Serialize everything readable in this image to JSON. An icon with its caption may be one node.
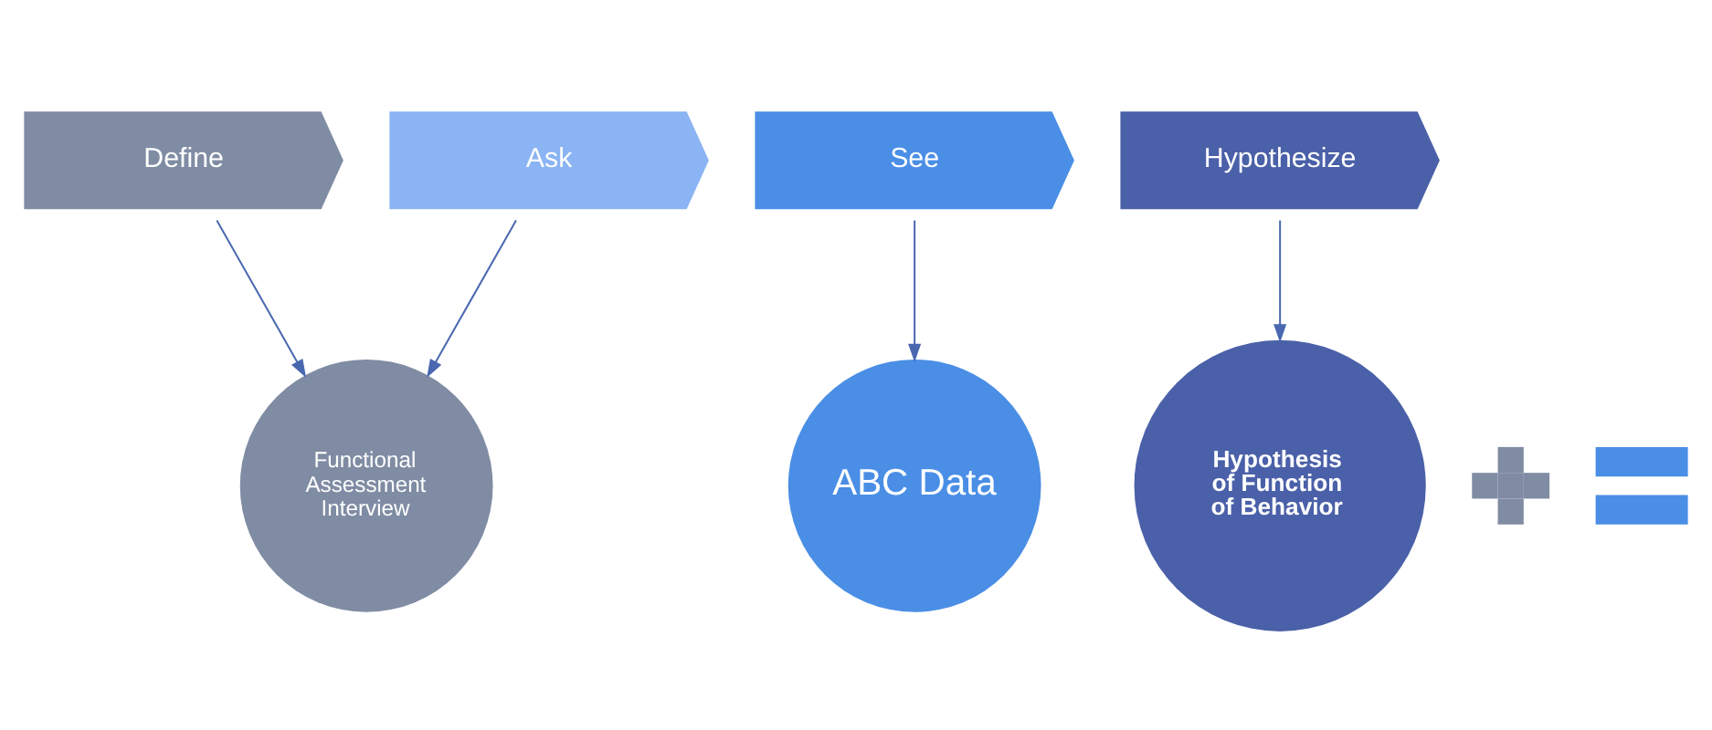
{
  "diagram": {
    "nodes": [
      {
        "text": [
          "Define"
        ]
      },
      {
        "text": [
          "Ask"
        ]
      },
      {
        "text": [
          "See"
        ]
      },
      {
        "text": [
          "Hypothesize"
        ]
      },
      {
        "text": [
          "Functional Assessment Interview"
        ]
      },
      {
        "text": [],
        "shape": "plus"
      },
      {
        "text": [
          "ABC Data"
        ]
      },
      {
        "text": [],
        "shape": "equals"
      },
      {
        "text": [
          "Hypothesis of Function of Behavior"
        ]
      }
    ],
    "edges": [
      {
        "from": 0,
        "to": 4,
        "arrow": "to"
      },
      {
        "from": 1,
        "to": 4,
        "arrow": "to"
      },
      {
        "from": 2,
        "to": 6,
        "arrow": "to"
      },
      {
        "from": 3,
        "to": 8,
        "arrow": "to"
      }
    ]
  }
}
